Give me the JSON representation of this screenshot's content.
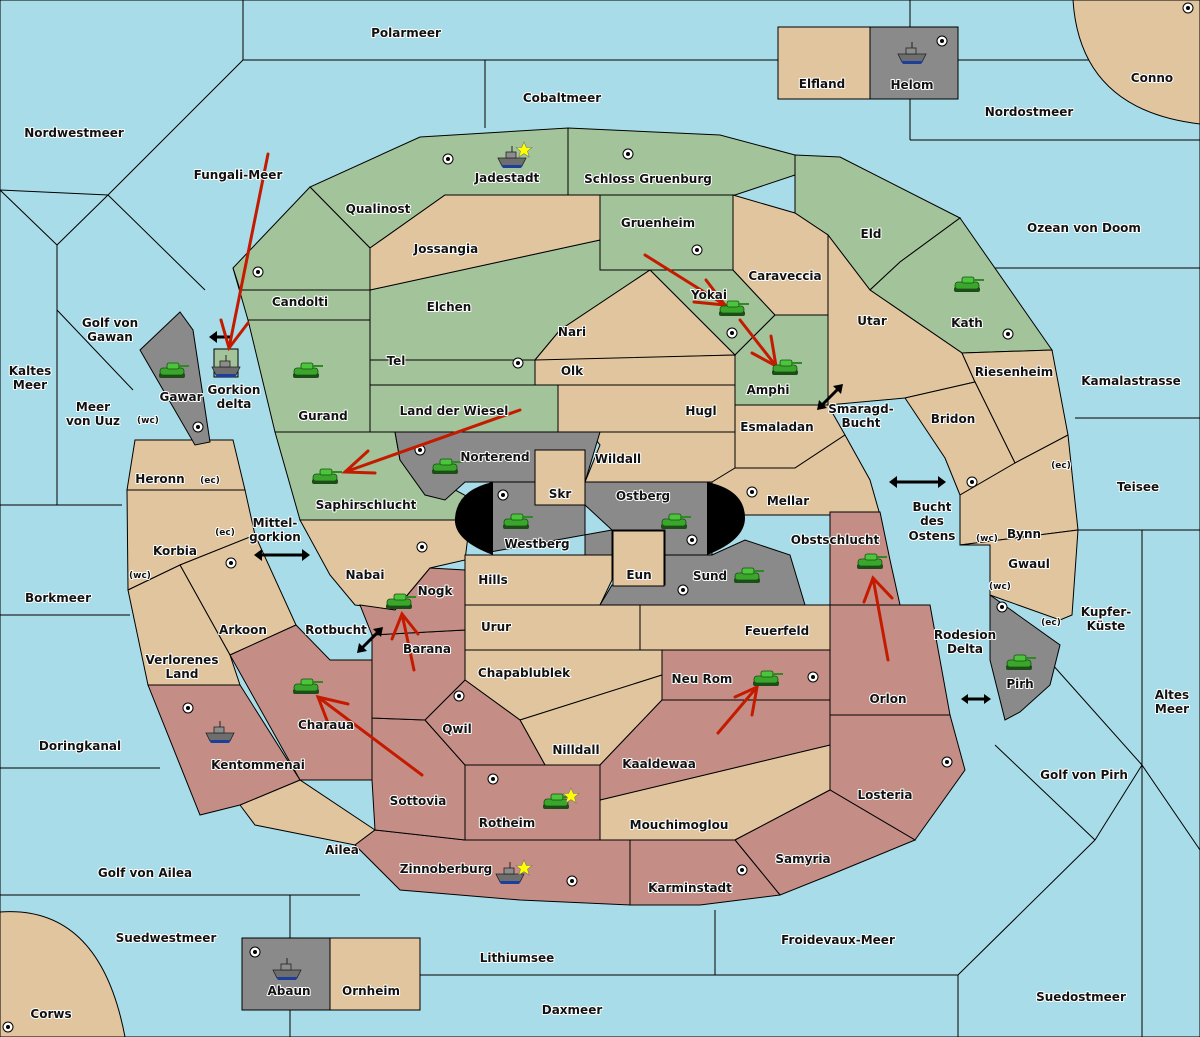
{
  "game": {
    "title": "Diplomacy map",
    "colors": {
      "sea": "#a8dce8",
      "power_green": "#a3c49a",
      "power_red": "#c48e86",
      "power_grey": "#8a8a8a",
      "neutral_land": "#e0c59e",
      "order_arrow": "#c41a00",
      "star": "#ffff00"
    }
  },
  "labels": {
    "polarmeer": "Polarmeer",
    "elfland": "Elfland",
    "helom": "Helom",
    "conno": "Conno",
    "nordwestmeer": "Nordwestmeer",
    "cobaltmeer": "Cobaltmeer",
    "nordostmeer": "Nordostmeer",
    "fungali": "Fungali-Meer",
    "jadestadt": "Jadestadt",
    "schloss": "Schloss Gruenburg",
    "qualinost": "Qualinost",
    "gruenheim": "Gruenheim",
    "eld": "Eld",
    "ozean": "Ozean von Doom",
    "jossangia": "Jossangia",
    "caraveccia": "Caraveccia",
    "candolti": "Candolti",
    "yokai": "Yokai",
    "elchen": "Elchen",
    "kath": "Kath",
    "utar": "Utar",
    "golf_gawan_1": "Golf von",
    "golf_gawan_2": "Gawan",
    "nari": "Nari",
    "kaltes_1": "Kaltes",
    "kaltes_2": "Meer",
    "tel": "Tel",
    "olk": "Olk",
    "amphi": "Amphi",
    "riesenheim": "Riesenheim",
    "kamalastrasse": "Kamalastrasse",
    "gorkion_1": "Gorkion",
    "gorkion_2": "delta",
    "gawar": "Gawar",
    "gurand": "Gurand",
    "meer_uuz_1": "Meer",
    "meer_uuz_2": "von Uuz",
    "land_wiesel": "Land der Wiesel",
    "hugl": "Hugl",
    "smaragd_1": "Smaragd-",
    "smaragd_2": "Bucht",
    "bridon": "Bridon",
    "esmaladan": "Esmaladan",
    "heronn": "Heronn",
    "norterend": "Norterend",
    "wildall": "Wildall",
    "saphir": "Saphirschlucht",
    "skr": "Skr",
    "ostberg": "Ostberg",
    "mellar": "Mellar",
    "teisee": "Teisee",
    "mittel_1": "Mittel-",
    "mittel_2": "gorkion",
    "bucht_ostens_1": "Bucht",
    "bucht_ostens_2": "des",
    "bucht_ostens_3": "Ostens",
    "bynn": "Bynn",
    "korbia": "Korbia",
    "westberg": "Westberg",
    "obstschlucht": "Obstschlucht",
    "nabai": "Nabai",
    "eun": "Eun",
    "sund": "Sund",
    "gwaul": "Gwaul",
    "hills": "Hills",
    "nogk": "Nogk",
    "borkmeer": "Borkmeer",
    "kupfer_1": "Kupfer-",
    "kupfer_2": "Küste",
    "urur": "Urur",
    "feuerfeld": "Feuerfeld",
    "arkoon": "Arkoon",
    "rotbucht": "Rotbucht",
    "rodesion_1": "Rodesion",
    "rodesion_2": "Delta",
    "barana": "Barana",
    "verlorenes_1": "Verlorenes",
    "verlorenes_2": "Land",
    "chapablublek": "Chapablublek",
    "neu_rom": "Neu Rom",
    "orlon": "Orlon",
    "pirh": "Pirh",
    "altes_1": "Altes",
    "altes_2": "Meer",
    "charaua": "Charaua",
    "qwil": "Qwil",
    "doringkanal": "Doringkanal",
    "nilldall": "Nilldall",
    "kentommenai": "Kentommenai",
    "kaaldewaa": "Kaaldewaa",
    "golf_pirh": "Golf von Pirh",
    "losteria": "Losteria",
    "sottovia": "Sottovia",
    "rotheim": "Rotheim",
    "mouchimoglou": "Mouchimoglou",
    "ailea": "Ailea",
    "samyria": "Samyria",
    "golf_ailea": "Golf von Ailea",
    "zinnoberburg": "Zinnoberburg",
    "karminstadt": "Karminstadt",
    "suedwestmeer": "Suedwestmeer",
    "froidevaux": "Froidevaux-Meer",
    "lithiumsee": "Lithiumsee",
    "abaun": "Abaun",
    "ornheim": "Ornheim",
    "suedostmeer": "Suedostmeer",
    "daxmeer": "Daxmeer",
    "corws": "Corws"
  },
  "coasts": {
    "wc": "(wc)",
    "ec": "(ec)"
  },
  "units": [
    {
      "type": "fleet",
      "territory": "Helom",
      "power": "grey"
    },
    {
      "type": "fleet",
      "territory": "Jadestadt",
      "power": "green",
      "star": true
    },
    {
      "type": "army",
      "territory": "Yokai",
      "power": "green"
    },
    {
      "type": "army",
      "territory": "Amphi",
      "power": "green"
    },
    {
      "type": "army",
      "territory": "Kath",
      "power": "green"
    },
    {
      "type": "fleet",
      "territory": "Gorkion delta",
      "power": "green"
    },
    {
      "type": "army",
      "territory": "Gawar",
      "power": "grey"
    },
    {
      "type": "army",
      "territory": "Gurand",
      "power": "green"
    },
    {
      "type": "army",
      "territory": "Norterend",
      "power": "grey"
    },
    {
      "type": "army",
      "territory": "Saphirschlucht",
      "power": "green"
    },
    {
      "type": "army",
      "territory": "Westberg",
      "power": "grey"
    },
    {
      "type": "army",
      "territory": "Ostberg",
      "power": "grey"
    },
    {
      "type": "army",
      "territory": "Sund",
      "power": "grey"
    },
    {
      "type": "army",
      "territory": "Obstschlucht",
      "power": "red"
    },
    {
      "type": "army",
      "territory": "Nogk",
      "power": "red"
    },
    {
      "type": "army",
      "territory": "Charaua",
      "power": "red"
    },
    {
      "type": "army",
      "territory": "Neu Rom",
      "power": "red"
    },
    {
      "type": "army",
      "territory": "Pirh",
      "power": "grey"
    },
    {
      "type": "fleet",
      "territory": "Kentommenai",
      "power": "red"
    },
    {
      "type": "army",
      "territory": "Rotheim",
      "power": "red",
      "star": true
    },
    {
      "type": "fleet",
      "territory": "Zinnoberburg",
      "power": "red",
      "star": true
    },
    {
      "type": "fleet",
      "territory": "Abaun",
      "power": "grey"
    }
  ],
  "orders": [
    {
      "from": "Fungali-Meer",
      "to": "Gorkion delta"
    },
    {
      "from": "Gruenheim",
      "to": "Yokai"
    },
    {
      "from": "Yokai",
      "to": "Amphi"
    },
    {
      "from": "Land der Wiesel",
      "to": "Saphirschlucht"
    },
    {
      "from": "Barana",
      "to": "Nogk"
    },
    {
      "from": "Sottovia",
      "to": "Charaua"
    },
    {
      "from": "Kaaldewaa",
      "to": "Neu Rom"
    },
    {
      "from": "Orlon",
      "to": "Obstschlucht"
    }
  ]
}
